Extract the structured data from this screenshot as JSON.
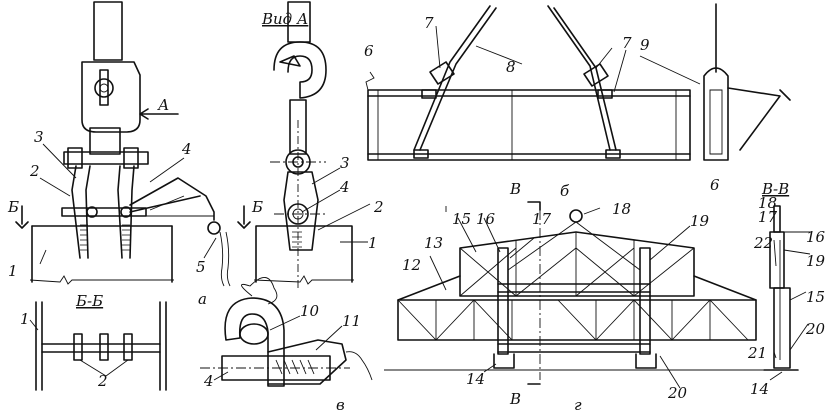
{
  "labels": {
    "view_a": "Вид А",
    "arrow_a": "А",
    "section_bb": "Б-Б",
    "section_b_left": "Б",
    "section_b_right": "Б",
    "section_vv": "В-В",
    "section_v_top": "В",
    "section_v_bottom": "В",
    "sub_a": "а",
    "sub_b": "б",
    "sub_v": "в",
    "sub_g": "г"
  },
  "numbers": {
    "n1a": "1",
    "n1b": "1",
    "n1c": "1",
    "n2a": "2",
    "n2b": "2",
    "n2c": "2",
    "n3a": "3",
    "n3b": "3",
    "n4a": "4",
    "n4b": "4",
    "n4c": "4",
    "n5": "5",
    "n6a": "6",
    "n6b": "6",
    "n7a": "7",
    "n7b": "7",
    "n8": "8",
    "n9": "9",
    "n10": "10",
    "n11": "11",
    "n12": "12",
    "n13": "13",
    "n14a": "14",
    "n14b": "14",
    "n15a": "15",
    "n15b": "15",
    "n16a": "16",
    "n16b": "16",
    "n17a": "17",
    "n17b": "17",
    "n18a": "18",
    "n18b": "18",
    "n19a": "19",
    "n19b": "19",
    "n20a": "20",
    "n20b": "20",
    "n21": "21",
    "n22": "22"
  }
}
